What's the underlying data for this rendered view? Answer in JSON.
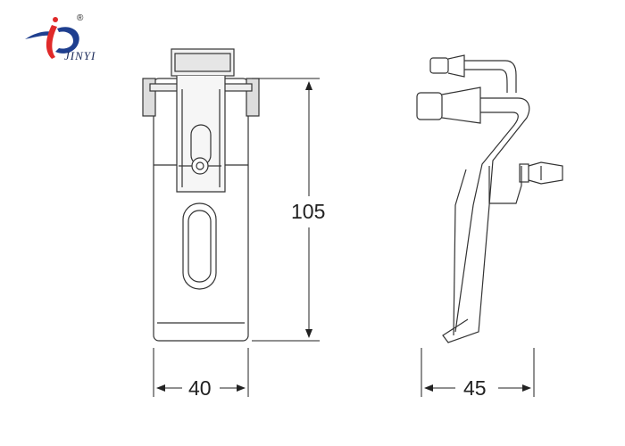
{
  "logo": {
    "brand": "JINYI",
    "registered": "®",
    "colors": {
      "red": "#e02a2a",
      "blue": "#1f3f8f"
    }
  },
  "dimensions": {
    "height": "105",
    "front_width": "40",
    "side_width": "45"
  }
}
